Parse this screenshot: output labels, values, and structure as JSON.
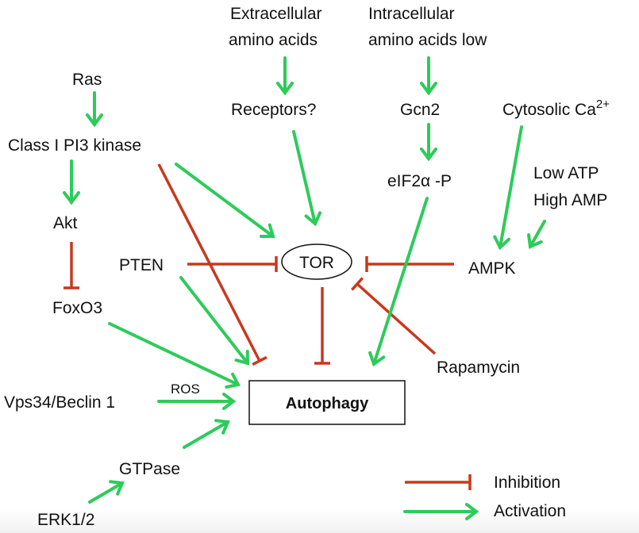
{
  "colors": {
    "inhibition": "#C8381E",
    "activation": "#2DCB5A",
    "text": "#111111"
  },
  "nodes": {
    "extracellular_line1": "Extracellular",
    "extracellular_line2": "amino acids",
    "intracellular_line1": "Intracellular",
    "intracellular_line2": "amino acids low",
    "ras": "Ras",
    "receptors": "Receptors?",
    "gcn2": "Gcn2",
    "cytosolic_ca": "Cytosolic Ca",
    "cytosolic_ca_sup": "2+",
    "class1_pi3k": "Class I PI3 kinase",
    "eif2a": "eIF2α -P",
    "low_atp": "Low ATP",
    "high_amp": "High AMP",
    "akt": "Akt",
    "pten": "PTEN",
    "tor": "TOR",
    "ampk": "AMPK",
    "foxo3": "FoxO3",
    "rapamycin": "Rapamycin",
    "ros": "ROS",
    "vps34": "Vps34/Beclin 1",
    "autophagy": "Autophagy",
    "gtpase": "GTPase",
    "erk": "ERK1/2"
  },
  "edges": [
    {
      "from": "Extracellular amino acids",
      "to": "Receptors?",
      "type": "activation"
    },
    {
      "from": "Intracellular amino acids low",
      "to": "Gcn2",
      "type": "activation"
    },
    {
      "from": "Ras",
      "to": "Class I PI3 kinase",
      "type": "activation"
    },
    {
      "from": "Gcn2",
      "to": "eIF2α -P",
      "type": "activation"
    },
    {
      "from": "Class I PI3 kinase",
      "to": "Akt",
      "type": "activation"
    },
    {
      "from": "Class I PI3 kinase",
      "to": "TOR",
      "type": "activation"
    },
    {
      "from": "Class I PI3 kinase",
      "to": "Autophagy",
      "type": "inhibition"
    },
    {
      "from": "Receptors?",
      "to": "TOR",
      "type": "activation"
    },
    {
      "from": "Cytosolic Ca2+",
      "to": "AMPK",
      "type": "activation"
    },
    {
      "from": "Low ATP / High AMP",
      "to": "AMPK",
      "type": "activation"
    },
    {
      "from": "Akt",
      "to": "FoxO3",
      "type": "inhibition"
    },
    {
      "from": "PTEN",
      "to": "TOR",
      "type": "inhibition"
    },
    {
      "from": "PTEN",
      "to": "Autophagy",
      "type": "activation"
    },
    {
      "from": "AMPK",
      "to": "TOR",
      "type": "inhibition"
    },
    {
      "from": "Rapamycin",
      "to": "TOR",
      "type": "inhibition"
    },
    {
      "from": "TOR",
      "to": "Autophagy",
      "type": "inhibition"
    },
    {
      "from": "eIF2α -P",
      "to": "Autophagy",
      "type": "activation"
    },
    {
      "from": "FoxO3",
      "to": "Autophagy",
      "type": "activation"
    },
    {
      "from": "Vps34/Beclin 1",
      "to": "Autophagy",
      "type": "activation",
      "label": "ROS"
    },
    {
      "from": "GTPase",
      "to": "Autophagy",
      "type": "activation"
    },
    {
      "from": "ERK1/2",
      "to": "GTPase",
      "type": "activation"
    }
  ],
  "legend": {
    "inhibition_label": "Inhibition",
    "activation_label": "Activation"
  }
}
